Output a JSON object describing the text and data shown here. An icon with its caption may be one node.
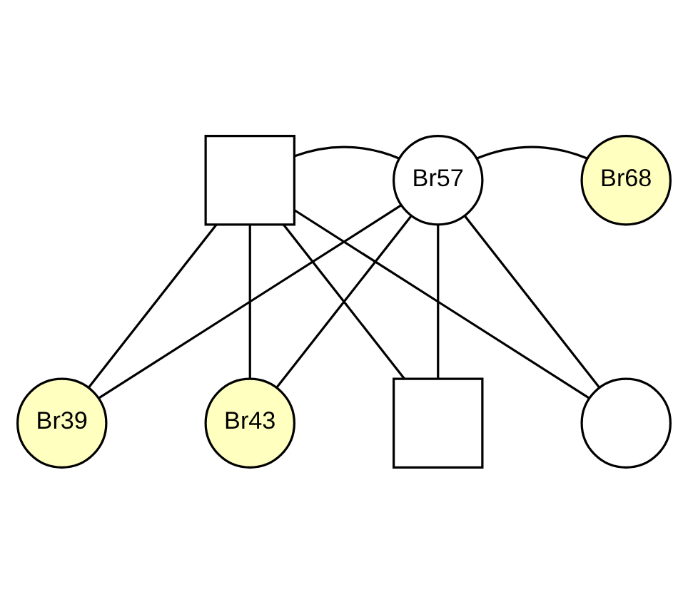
{
  "diagram": {
    "nodes": [
      {
        "text": [],
        "shape": "box"
      },
      {
        "text": [
          "Br57"
        ]
      },
      {
        "text": [
          "Br68"
        ]
      },
      {
        "text": [
          "Br39"
        ]
      },
      {
        "text": [
          "Br43"
        ]
      },
      {
        "text": [],
        "shape": "box"
      },
      {
        "text": [],
        "shape": "circle"
      }
    ],
    "edges": [
      {
        "from": 1,
        "to": 2,
        "arrow": "none"
      },
      {
        "from": 0,
        "to": 1,
        "arrow": "none"
      },
      {
        "from": 0,
        "to": 3,
        "arrow": "none"
      },
      {
        "from": 1,
        "to": 3,
        "arrow": "none"
      },
      {
        "from": 0,
        "to": 4,
        "arrow": "none"
      },
      {
        "from": 1,
        "to": 4,
        "arrow": "none"
      },
      {
        "from": 0,
        "to": 5,
        "arrow": "none"
      },
      {
        "from": 1,
        "to": 5,
        "arrow": "none"
      },
      {
        "from": 0,
        "to": 6,
        "arrow": "none"
      },
      {
        "from": 1,
        "to": 6,
        "arrow": "none"
      }
    ]
  }
}
